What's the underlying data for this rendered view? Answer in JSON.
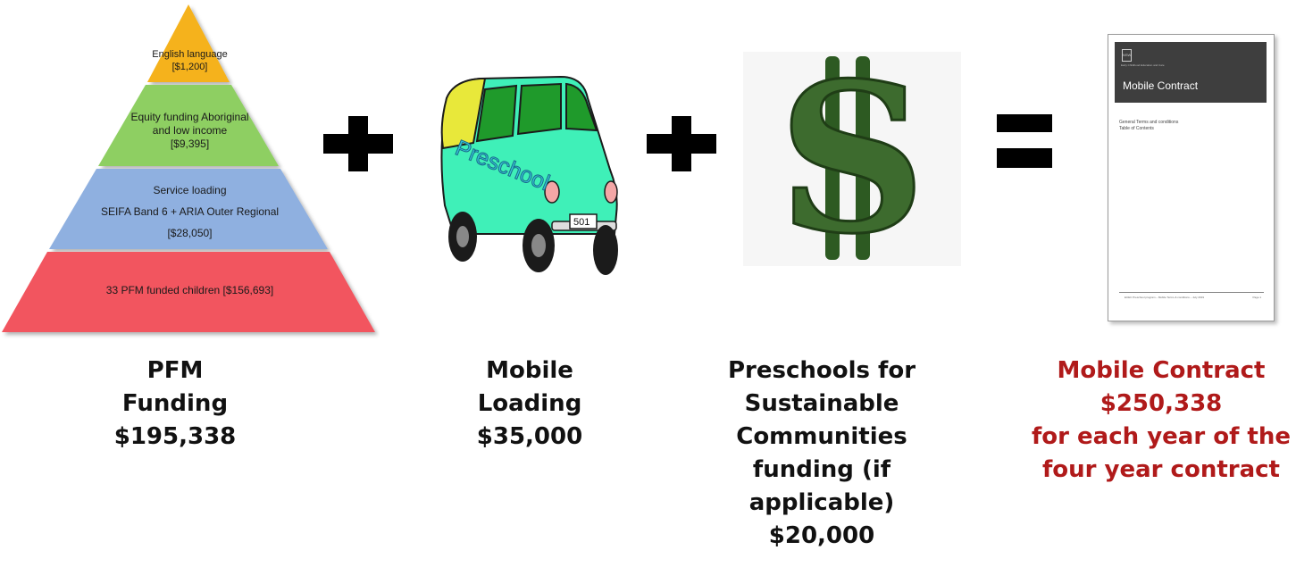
{
  "pyramid": {
    "tiers": [
      {
        "lines": [
          "English language",
          "[$1,200]"
        ],
        "color": "#f5b21f"
      },
      {
        "lines": [
          "Equity funding Aboriginal",
          "and low income",
          "[$9,395]"
        ],
        "color": "#8ecf62"
      },
      {
        "lines": [
          "Service loading",
          "SEIFA Band 6 + ARIA Outer Regional",
          "[$28,050]"
        ],
        "color": "#8fb0e0"
      },
      {
        "lines": [
          "33 PFM funded children [$156,693]"
        ],
        "color": "#f2555f"
      }
    ]
  },
  "van": {
    "side_text": "Preschool",
    "plate": "501"
  },
  "captions": {
    "pfm": [
      "PFM",
      "Funding",
      "$195,338"
    ],
    "mobile": [
      "Mobile",
      "Loading",
      "$35,000"
    ],
    "psc": [
      "Preschools for",
      "Sustainable",
      "Communities",
      "funding (if",
      "applicable)",
      "$20,000"
    ],
    "contract": [
      "Mobile Contract",
      "$250,338",
      "for each year of the",
      "four year contract"
    ]
  },
  "document": {
    "logo": "NSW",
    "subheading": "Early Childhood Education and Care",
    "title": "Mobile Contract",
    "terms": [
      "General Terms and conditions",
      "Table of Contents"
    ],
    "footer": "ECEC Preschool program – Mobile Terms & conditions – July 2019",
    "page": "Page 1"
  },
  "colors": {
    "red_caption": "#b01a1a",
    "dollar_green": "#3d6b2e",
    "van_body": "#3ff0b8"
  }
}
